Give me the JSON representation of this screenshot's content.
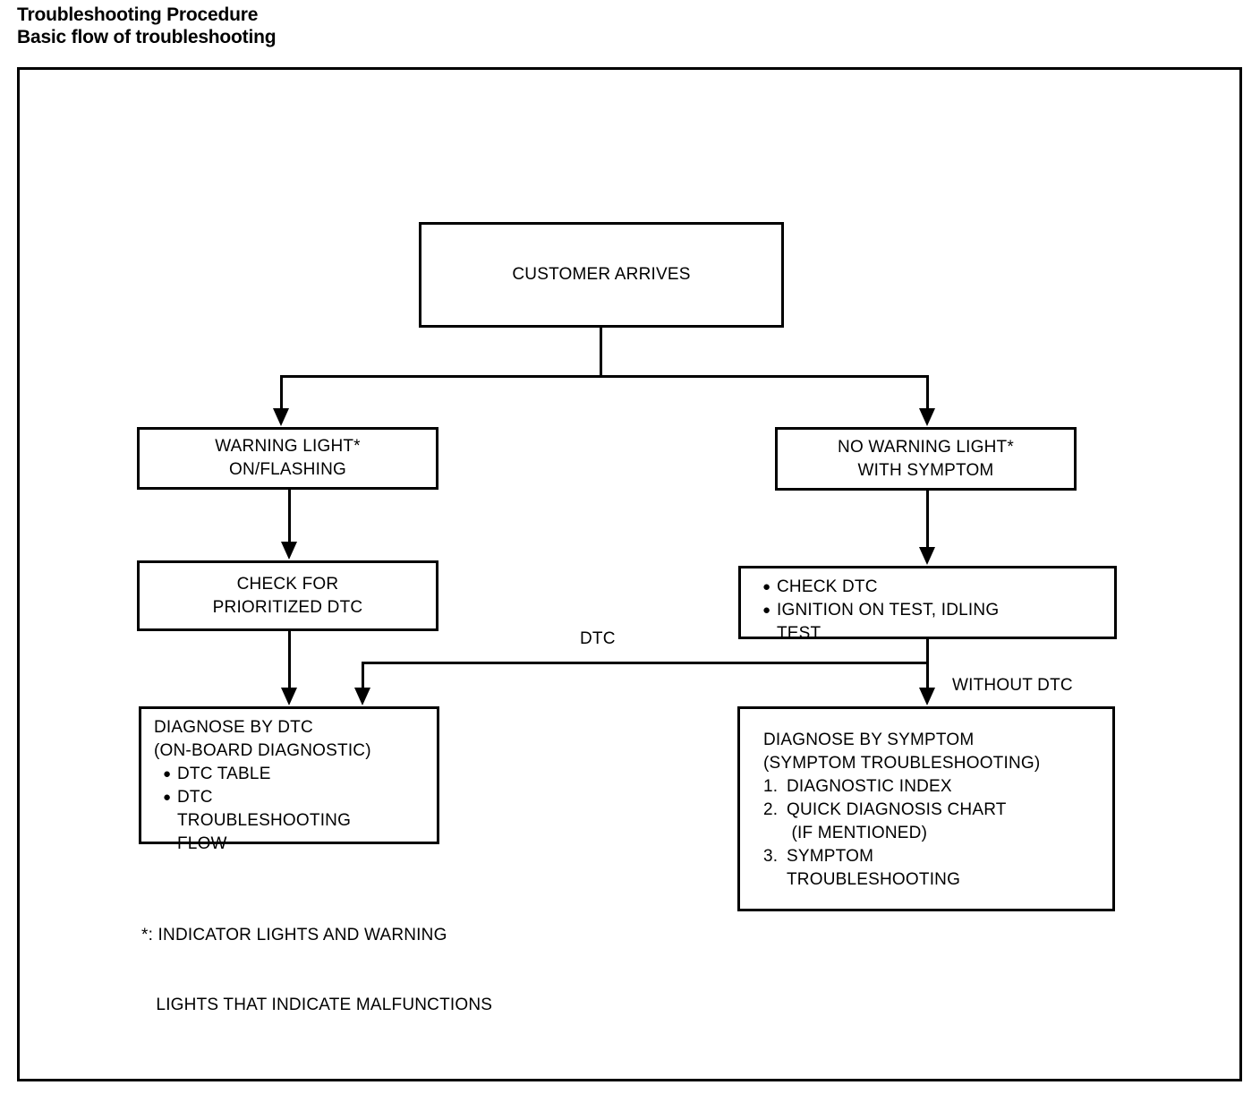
{
  "title": {
    "line1": "Troubleshooting Procedure",
    "line2": "Basic flow of troubleshooting"
  },
  "colors": {
    "ink": "#000000",
    "paper": "#ffffff"
  },
  "flowchart": {
    "type": "flowchart",
    "nodes": [
      {
        "id": "customer-arrives",
        "label": "CUSTOMER ARRIVES",
        "lines": [
          "CUSTOMER ARRIVES"
        ]
      },
      {
        "id": "warning-light",
        "label": "WARNING LIGHT* ON/FLASHING",
        "lines": [
          "WARNING LIGHT*",
          "ON/FLASHING"
        ]
      },
      {
        "id": "no-warning-light",
        "label": "NO WARNING LIGHT* WITH SYMPTOM",
        "lines": [
          "NO WARNING LIGHT*",
          "WITH SYMPTOM"
        ]
      },
      {
        "id": "check-prioritized-dtc",
        "label": "CHECK FOR PRIORITIZED DTC",
        "lines": [
          "CHECK FOR",
          "PRIORITIZED DTC"
        ]
      },
      {
        "id": "check-dtc",
        "label": "CHECK DTC / IGNITION ON TEST, IDLING TEST",
        "bullets": [
          {
            "marker": "●",
            "text": "CHECK DTC"
          },
          {
            "marker": "●",
            "text": "IGNITION ON TEST, IDLING\nTEST"
          }
        ]
      },
      {
        "id": "diagnose-by-dtc",
        "label": "DIAGNOSE BY DTC (ON-BOARD DIAGNOSTIC)",
        "heading": [
          "DIAGNOSE BY DTC",
          "(ON-BOARD DIAGNOSTIC)"
        ],
        "bullets": [
          {
            "marker": "●",
            "text": "DTC TABLE"
          },
          {
            "marker": "●",
            "text": "DTC\nTROUBLESHOOTING\nFLOW"
          }
        ]
      },
      {
        "id": "diagnose-by-symptom",
        "label": "DIAGNOSE BY SYMPTOM (SYMPTOM TROUBLESHOOTING)",
        "heading": [
          "DIAGNOSE BY SYMPTOM",
          "(SYMPTOM TROUBLESHOOTING)"
        ],
        "items": [
          {
            "marker": "1.",
            "text": "DIAGNOSTIC INDEX"
          },
          {
            "marker": "2.",
            "text": "QUICK DIAGNOSIS CHART\n (IF MENTIONED)"
          },
          {
            "marker": "3.",
            "text": "SYMPTOM\nTROUBLESHOOTING"
          }
        ]
      }
    ],
    "edge_labels": {
      "dtc": "DTC",
      "without_dtc": "WITHOUT DTC"
    },
    "edges": [
      {
        "from": "customer-arrives",
        "to": "warning-light",
        "label": ""
      },
      {
        "from": "customer-arrives",
        "to": "no-warning-light",
        "label": ""
      },
      {
        "from": "warning-light",
        "to": "check-prioritized-dtc",
        "label": ""
      },
      {
        "from": "no-warning-light",
        "to": "check-dtc",
        "label": ""
      },
      {
        "from": "check-prioritized-dtc",
        "to": "diagnose-by-dtc",
        "label": ""
      },
      {
        "from": "check-dtc",
        "to": "diagnose-by-dtc",
        "label": "DTC"
      },
      {
        "from": "check-dtc",
        "to": "diagnose-by-symptom",
        "label": "WITHOUT DTC"
      }
    ]
  },
  "footnote": {
    "line1": "*: INDICATOR LIGHTS AND WARNING",
    "line2": "   LIGHTS THAT INDICATE MALFUNCTIONS"
  }
}
